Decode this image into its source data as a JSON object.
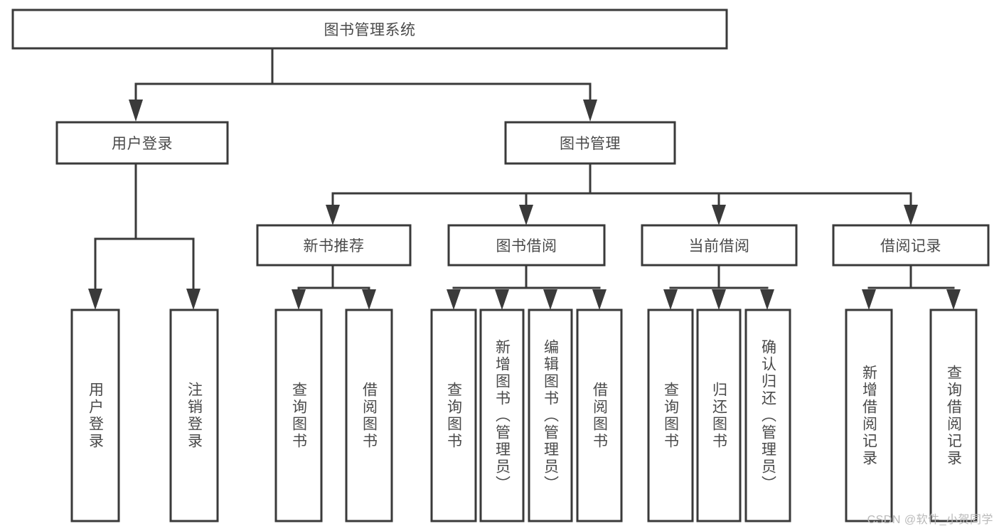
{
  "diagram": {
    "type": "tree-hierarchy",
    "title": "图书管理系统",
    "colors": {
      "stroke": "#3a3a3a",
      "box_fill": "#ffffff",
      "text": "#4a4a4a",
      "background": "#ffffff",
      "watermark": "#b9b9b9"
    },
    "root": {
      "label": "图书管理系统",
      "orientation": "horizontal"
    },
    "level1": [
      {
        "label": "用户登录",
        "orientation": "horizontal"
      },
      {
        "label": "图书管理",
        "orientation": "horizontal"
      }
    ],
    "level2": [
      {
        "label": "新书推荐",
        "orientation": "horizontal",
        "parent": "图书管理"
      },
      {
        "label": "图书借阅",
        "orientation": "horizontal",
        "parent": "图书管理"
      },
      {
        "label": "当前借阅",
        "orientation": "horizontal",
        "parent": "图书管理"
      },
      {
        "label": "借阅记录",
        "orientation": "horizontal",
        "parent": "图书管理"
      }
    ],
    "leaves": [
      {
        "label": "用户登录",
        "orientation": "vertical",
        "parent": "用户登录"
      },
      {
        "label": "注销登录",
        "orientation": "vertical",
        "parent": "用户登录"
      },
      {
        "label": "查询图书",
        "orientation": "vertical",
        "parent": "新书推荐"
      },
      {
        "label": "借阅图书",
        "orientation": "vertical",
        "parent": "新书推荐"
      },
      {
        "label": "查询图书",
        "orientation": "vertical",
        "parent": "图书借阅"
      },
      {
        "label": "新增图书（管理员）",
        "orientation": "vertical",
        "parent": "图书借阅"
      },
      {
        "label": "编辑图书（管理员）",
        "orientation": "vertical",
        "parent": "图书借阅"
      },
      {
        "label": "借阅图书",
        "orientation": "vertical",
        "parent": "图书借阅"
      },
      {
        "label": "查询图书",
        "orientation": "vertical",
        "parent": "当前借阅"
      },
      {
        "label": "归还图书",
        "orientation": "vertical",
        "parent": "当前借阅"
      },
      {
        "label": "确认归还（管理员）",
        "orientation": "vertical",
        "parent": "当前借阅"
      },
      {
        "label": "新增借阅记录",
        "orientation": "vertical",
        "parent": "借阅记录"
      },
      {
        "label": "查询借阅记录",
        "orientation": "vertical",
        "parent": "借阅记录"
      }
    ],
    "watermark": "CSDN @软件_小贺同学"
  }
}
